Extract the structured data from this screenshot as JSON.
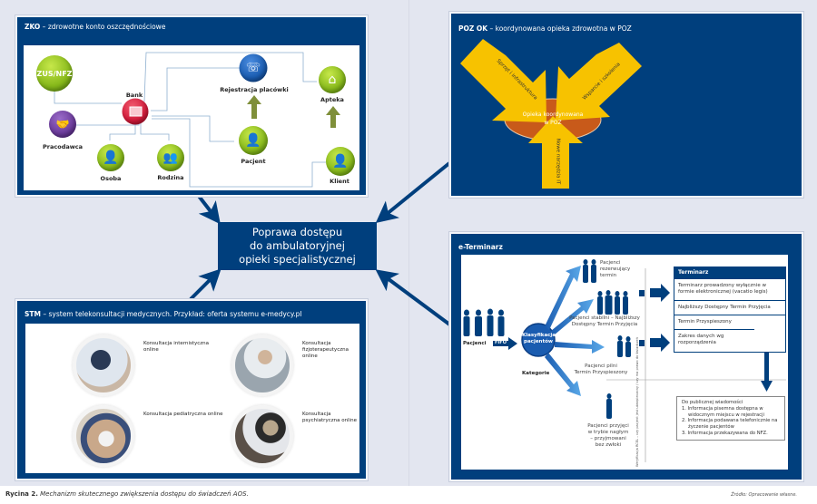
{
  "center": {
    "line1": "Poprawa dostępu",
    "line2": "do ambulatoryjnej",
    "line3": "opieki specjalistycznej"
  },
  "zko": {
    "title_bold": "ZKO",
    "title_rest": " – zdrowotne konto oszczędnościowe",
    "nodes": {
      "zus": "ZUS/NFZ",
      "bank": "Bank",
      "pracodawca": "Pracodawca",
      "osoba": "Osoba",
      "rodzina": "Rodzina",
      "rejestracja": "Rejestracja placówki",
      "pacjent": "Pacjent",
      "apteka": "Apteka",
      "klient": "Klient"
    }
  },
  "poz": {
    "title_bold": "POZ OK",
    "title_rest": " – koordynowana opieka zdrowotna w POZ",
    "center_line1": "Opieka koordynowana",
    "center_line2": "w POZ",
    "arrows": {
      "left": "Sprzęt i infrastruktura",
      "right": "Wsparcie i szkolenia",
      "bottom": "Nowe narzędzia IT"
    }
  },
  "stm": {
    "title_bold": "STM",
    "title_rest": " – system telekonsultacji medycznych. Przykład: oferta systemu e-medycy.pl",
    "items": [
      {
        "label": "Konsultacja internistyczna online"
      },
      {
        "label": "Konsultacja fizjoterapeutyczna online"
      },
      {
        "label": "Konsultacja pediatryczna online"
      },
      {
        "label": "Konsultacja psychiatryczna online"
      }
    ]
  },
  "eterminarz": {
    "title": "e-Terminarz",
    "pacjenci": "Pacjenci",
    "fifo": "FIFO",
    "klasyfikacja_line1": "Klasyfikacja",
    "klasyfikacja_line2": "pacjentów",
    "kategorie": "Kategorie",
    "groups": [
      {
        "line1": "Pacjenci",
        "line2": "rezerwujący",
        "line3": "termin"
      },
      {
        "line1": "Pacjenci stabilni – Najbliższy",
        "line2": "Dostępny Termin Przyjęcia"
      },
      {
        "line1": "Pacjenci pilni",
        "line2": "Termin Przyspieszony"
      },
      {
        "line1": "Pacjenci przyjęci",
        "line2": "w trybie nagłym",
        "line3": "– przyjmowani",
        "line4": "bez zwłoki"
      }
    ],
    "vertical_note": "Weryfikacja RCEL – czy pacjent jest ubezpieczony / czy ma prawo do świadczeń",
    "terminarz": {
      "header": "Terminarz",
      "rows": [
        "Terminarz prowadzony wyłącznie w formie elektronicznej (vacatio legis)",
        "Najbliższy Dostępny Termin Przyjęcia",
        "Termin Przyspieszony",
        "Zakres danych wg rozporządzenia"
      ]
    },
    "public": {
      "heading": "Do publicznej wiadomości",
      "items": [
        "1. Informacja pisemna dostępna w widocznym miejscu w rejestracji",
        "2. Informacja podawana telefonicznie na życzenie pacjentów",
        "3. Informacja przekazywana do NFZ."
      ]
    }
  },
  "caption": {
    "bold": "Rycina 2.",
    "text": " Mechanizm skutecznego zwiększenia dostępu do świadczeń AOS."
  },
  "source": "Źródło: Opracowanie własne.",
  "colors": {
    "navy": "#003f7d",
    "background": "#e3e6f0",
    "yellow_arrow": "#f7c200",
    "orange_ellipse": "#c85a1a",
    "green_node": "#86b81a"
  }
}
